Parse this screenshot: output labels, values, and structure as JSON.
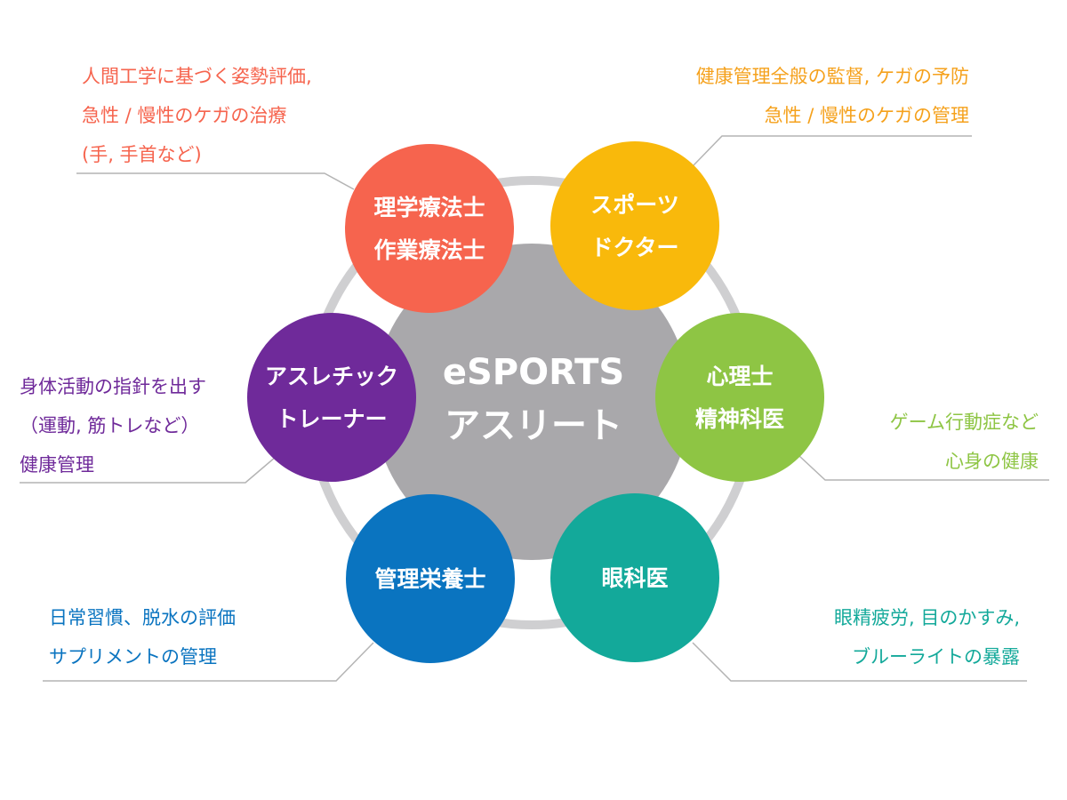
{
  "center": {
    "lines": [
      "eSPORTS",
      "アスリート"
    ],
    "color": "#a9a8ab"
  },
  "ring_color": "#cfcfd1",
  "nodes": [
    {
      "id": "pt-ot",
      "lines": [
        "理学療法士",
        "作業療法士"
      ],
      "color": "#f6644e",
      "description": [
        "人間工学に基づく姿勢評価,",
        "急性 / 慢性のケガの治療",
        "(手, 手首など)"
      ]
    },
    {
      "id": "sports-doctor",
      "lines": [
        "スポーツ",
        "ドクター"
      ],
      "color": "#f9b90b",
      "description": [
        "健康管理全般の監督, ケガの予防",
        "急性 / 慢性のケガの管理"
      ],
      "text_color": "#f5a11c"
    },
    {
      "id": "psychologist",
      "lines": [
        "心理士",
        "精神科医"
      ],
      "color": "#8ec544",
      "description": [
        "ゲーム行動症など",
        "心身の健康"
      ]
    },
    {
      "id": "ophthalmologist",
      "lines": [
        "眼科医"
      ],
      "color": "#13a99a",
      "description": [
        "眼精疲労, 目のかすみ,",
        "ブルーライトの暴露"
      ]
    },
    {
      "id": "dietitian",
      "lines": [
        "管理栄養士"
      ],
      "color": "#0a74c0",
      "description": [
        "日常習慣、脱水の評価",
        "サプリメントの管理"
      ]
    },
    {
      "id": "athletic-trainer",
      "lines": [
        "アスレチック",
        "トレーナー"
      ],
      "color": "#6f2a9a",
      "description": [
        "身体活動の指針を出す",
        "（運動, 筋トレなど）",
        "健康管理"
      ]
    }
  ],
  "leader_color": "#b4b4b4"
}
